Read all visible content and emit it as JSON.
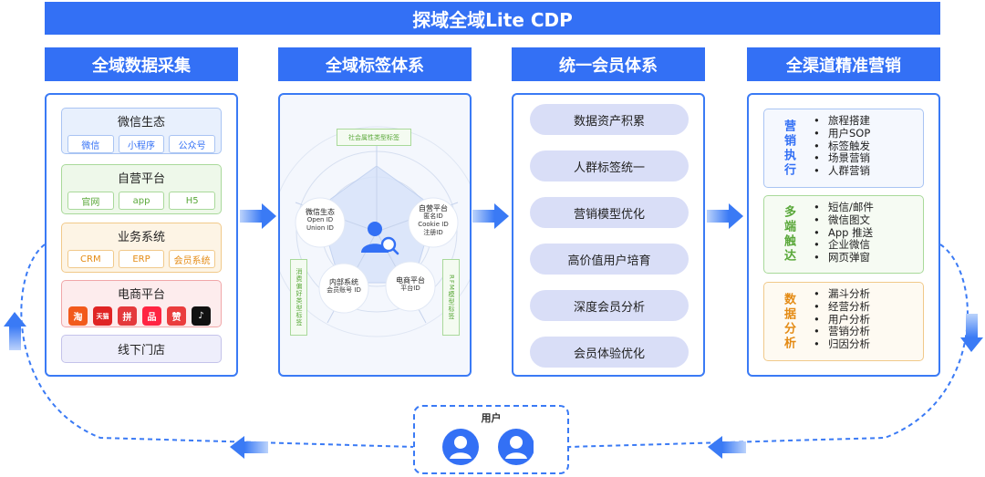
{
  "title": "探域全域Lite CDP",
  "columns": [
    {
      "heading": "全域数据采集"
    },
    {
      "heading": "全域标签体系"
    },
    {
      "heading": "统一会员体系"
    },
    {
      "heading": "全渠道精准营销"
    }
  ],
  "collection": {
    "wechat": {
      "title": "微信生态",
      "chips": [
        "微信",
        "小程序",
        "公众号"
      ]
    },
    "self": {
      "title": "自营平台",
      "chips": [
        "官网",
        "app",
        "H5"
      ]
    },
    "business": {
      "title": "业务系统",
      "chips": [
        "CRM",
        "ERP",
        "会员系统"
      ]
    },
    "ecommerce": {
      "title": "电商平台",
      "icons": [
        "淘",
        "天猫",
        "拼",
        "品",
        "赞",
        "♪"
      ]
    },
    "offline": {
      "title": "线下门店"
    }
  },
  "tags": {
    "top_tag": "社会属性类型标签",
    "left_tag": "消费偏好类型标签",
    "right_tag": "RFM模型标签",
    "nodes": {
      "wechat": {
        "title": "微信生态",
        "lines": [
          "Open ID",
          "Union ID"
        ]
      },
      "self": {
        "title": "自营平台",
        "lines": [
          "匿名ID",
          "Cookie ID",
          "注册ID"
        ]
      },
      "internal": {
        "title": "内部系统",
        "lines": [
          "会员账号 ID"
        ]
      },
      "ecom": {
        "title": "电商平台",
        "lines": [
          "平台ID"
        ]
      }
    }
  },
  "membership": [
    "数据资产积累",
    "人群标签统一",
    "营销模型优化",
    "高价值用户培育",
    "深度会员分析",
    "会员体验优化"
  ],
  "marketing": [
    {
      "label": "营销执行",
      "items": [
        "旅程搭建",
        "用户SOP",
        "标签触发",
        "场景营销",
        "人群营销"
      ]
    },
    {
      "label": "多端触达",
      "items": [
        "短信/邮件",
        "微信图文",
        "App 推送",
        "企业微信",
        "网页弹窗"
      ]
    },
    {
      "label": "数据分析",
      "items": [
        "漏斗分析",
        "经营分析",
        "用户分析",
        "营销分析",
        "归因分析"
      ]
    }
  ],
  "users": {
    "title": "用户"
  },
  "colors": {
    "primary": "#3370f5",
    "green": "#5aa83a",
    "orange": "#e48b15",
    "pill": "#d9def7"
  }
}
